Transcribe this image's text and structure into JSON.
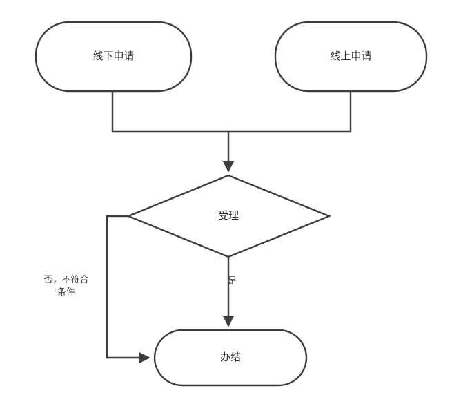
{
  "diagram": {
    "title": "",
    "colors": {
      "stroke": "#3d3d3d",
      "fill": "#ffffff",
      "text": "#2b2b2b",
      "background": "#ffffff"
    },
    "nodes": [
      {
        "id": "offline-apply",
        "label": "线下申请",
        "shape": "rounded-rectangle"
      },
      {
        "id": "online-apply",
        "label": "线上申请",
        "shape": "rounded-rectangle"
      },
      {
        "id": "accept",
        "label": "受理",
        "shape": "diamond"
      },
      {
        "id": "complete",
        "label": "办结",
        "shape": "rounded-rectangle"
      }
    ],
    "edges": [
      {
        "id": "offline-to-accept",
        "from": "offline-apply",
        "to": "accept",
        "label": ""
      },
      {
        "id": "online-to-accept",
        "from": "online-apply",
        "to": "accept",
        "label": ""
      },
      {
        "id": "accept-yes-to-complete",
        "from": "accept",
        "to": "complete",
        "label": "是"
      },
      {
        "id": "accept-no-to-complete",
        "from": "accept",
        "to": "complete",
        "label": "否，不符合\n条件"
      }
    ]
  }
}
